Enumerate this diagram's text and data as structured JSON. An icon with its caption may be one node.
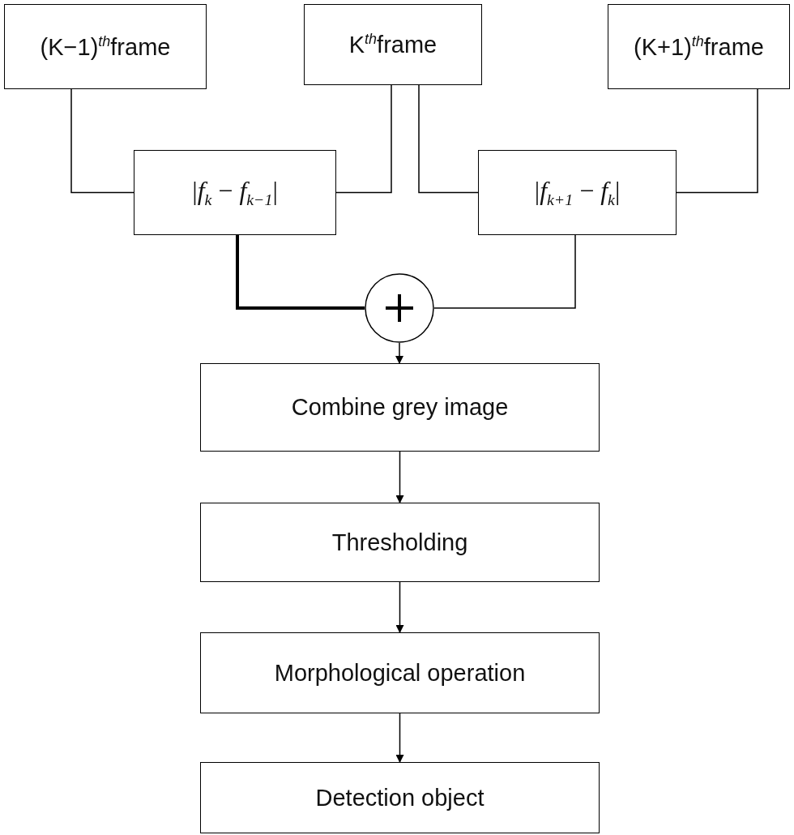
{
  "diagram": {
    "nodes": [
      {
        "text": [
          "(K−1)$^{th}$frame"
        ]
      },
      {
        "text": [
          "K$^{th}$frame"
        ]
      },
      {
        "text": [
          "(K+1)$^{th}$frame"
        ]
      },
      {
        "text": [
          "|*f*$_{k}$ − *f*$_{k−1}$|"
        ]
      },
      {
        "text": [
          "|*f*$_{k+1}$ − *f*$_{k}$|"
        ]
      },
      {
        "text": [],
        "shape": "circle"
      },
      {
        "text": [
          "Combine grey image"
        ]
      },
      {
        "text": [
          "Thresholding"
        ]
      },
      {
        "text": [
          "Morphological operation"
        ]
      },
      {
        "text": [
          "Detection object"
        ]
      }
    ],
    "edges": [
      {
        "from": 0,
        "to": 3,
        "arrow": "none"
      },
      {
        "from": 1,
        "to": 3,
        "arrow": "none"
      },
      {
        "from": 1,
        "to": 4,
        "arrow": "none"
      },
      {
        "from": 2,
        "to": 4,
        "arrow": "none"
      },
      {
        "from": 3,
        "to": 5,
        "arrow": "none",
        "style": "thick"
      },
      {
        "from": 4,
        "to": 5,
        "arrow": "none"
      },
      {
        "from": 5,
        "to": 6,
        "arrow": "to"
      },
      {
        "from": 6,
        "to": 7,
        "arrow": "to"
      },
      {
        "from": 7,
        "to": 8,
        "arrow": "to"
      },
      {
        "from": 8,
        "to": 9,
        "arrow": "to"
      }
    ]
  }
}
